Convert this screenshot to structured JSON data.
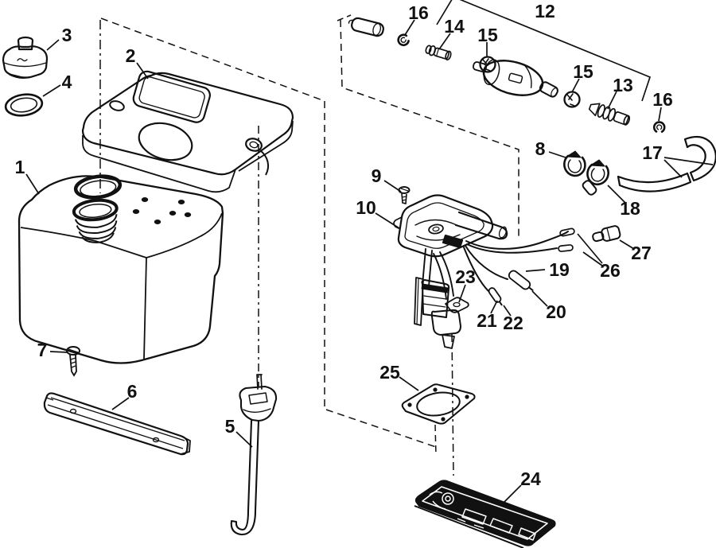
{
  "figure": {
    "kind": "exploded-parts-diagram",
    "background": "#ffffff",
    "ink": "#111111"
  },
  "callouts": [
    {
      "text": "1"
    },
    {
      "text": "2"
    },
    {
      "text": "3"
    },
    {
      "text": "4"
    },
    {
      "text": "5"
    },
    {
      "text": "6"
    },
    {
      "text": "7"
    },
    {
      "text": "8"
    },
    {
      "text": "9"
    },
    {
      "text": "10"
    },
    {
      "text": "12"
    },
    {
      "text": "13"
    },
    {
      "text": "14"
    },
    {
      "text": "15"
    },
    {
      "text": "15"
    },
    {
      "text": "16"
    },
    {
      "text": "16"
    },
    {
      "text": "17"
    },
    {
      "text": "18"
    },
    {
      "text": "19"
    },
    {
      "text": "20"
    },
    {
      "text": "21"
    },
    {
      "text": "22"
    },
    {
      "text": "23"
    },
    {
      "text": "24"
    },
    {
      "text": "25"
    },
    {
      "text": "26"
    },
    {
      "text": "27"
    }
  ]
}
